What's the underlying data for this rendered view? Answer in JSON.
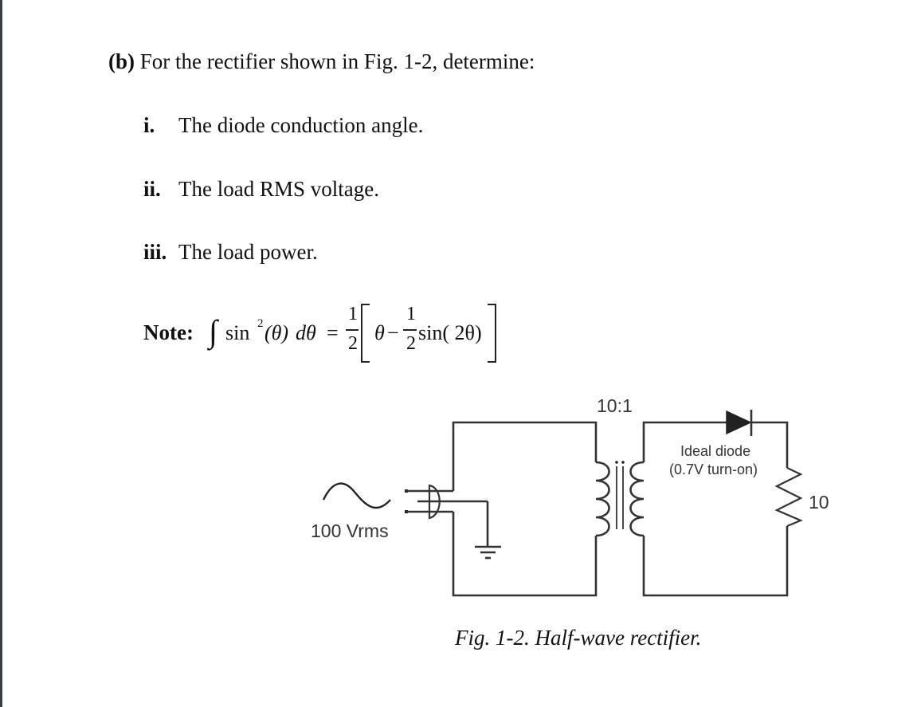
{
  "question": {
    "label": "(b)",
    "text": "For the rectifier shown in Fig. 1-2, determine:"
  },
  "items": [
    {
      "num": "i.",
      "text": "The diode conduction angle."
    },
    {
      "num": "ii.",
      "text": "The load RMS voltage."
    },
    {
      "num": "iii.",
      "text": "The load power."
    }
  ],
  "note": {
    "label": "Note:",
    "integral": "∫",
    "lhs_func": "sin",
    "lhs_exp": "2",
    "lhs_arg": "(θ)",
    "lhs_d": "dθ",
    "equals": "=",
    "frac1_num": "1",
    "frac1_den": "2",
    "bracket_theta": "θ",
    "minus": "−",
    "frac2_num": "1",
    "frac2_den": "2",
    "rhs_func": "sin( 2θ)"
  },
  "circuit": {
    "source_label": "100 Vrms",
    "ratio_label": "10:1",
    "diode_label_1": "Ideal diode",
    "diode_label_2": "(0.7V turn-on)",
    "resistor_label": "10",
    "wire_color": "#333333"
  },
  "caption": "Fig. 1-2. Half-wave rectifier."
}
